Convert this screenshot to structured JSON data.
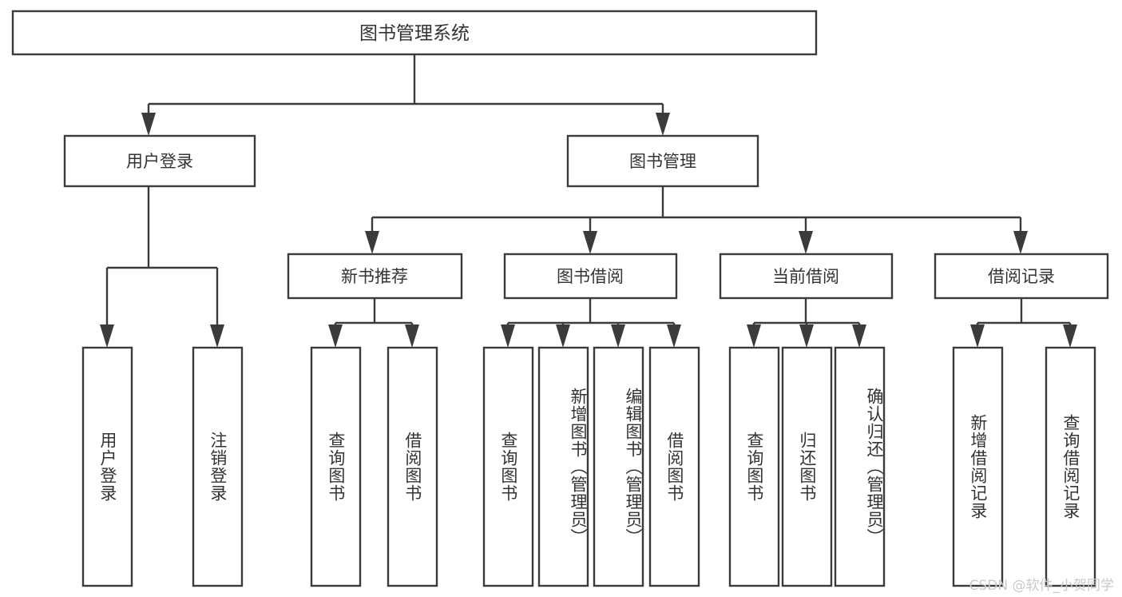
{
  "diagram": {
    "type": "tree",
    "title": "图书管理系统",
    "root": {
      "label": "图书管理系统",
      "children": [
        {
          "label": "用户登录",
          "children": [
            {
              "label": "用户登录"
            },
            {
              "label": "注销登录"
            }
          ]
        },
        {
          "label": "图书管理",
          "children": [
            {
              "label": "新书推荐",
              "children": [
                {
                  "label": "查询图书"
                },
                {
                  "label": "借阅图书"
                }
              ]
            },
            {
              "label": "图书借阅",
              "children": [
                {
                  "label": "查询图书"
                },
                {
                  "label": "新增图书（管理员）"
                },
                {
                  "label": "编辑图书（管理员）"
                },
                {
                  "label": "借阅图书"
                }
              ]
            },
            {
              "label": "当前借阅",
              "children": [
                {
                  "label": "查询图书"
                },
                {
                  "label": "归还图书"
                },
                {
                  "label": "确认归还（管理员）"
                }
              ]
            },
            {
              "label": "借阅记录",
              "children": [
                {
                  "label": "新增借阅记录"
                },
                {
                  "label": "查询借阅记录"
                }
              ]
            }
          ]
        }
      ]
    },
    "nodes": {
      "title": "图书管理系统",
      "l1_user_login": "用户登录",
      "l1_book_mgmt": "图书管理",
      "l2_new_book": "新书推荐",
      "l2_borrow": "图书借阅",
      "l2_current": "当前借阅",
      "l2_record": "借阅记录",
      "leaf_user_login": "用户登录",
      "leaf_logout": "注销登录",
      "leaf_nb_query": "查询图书",
      "leaf_nb_borrow": "借阅图书",
      "leaf_bb_query": "查询图书",
      "leaf_bb_add": "新增图书（管理员）",
      "leaf_bb_edit": "编辑图书（管理员）",
      "leaf_bb_borrow": "借阅图书",
      "leaf_cb_query": "查询图书",
      "leaf_cb_return": "归还图书",
      "leaf_cb_confirm": "确认归还（管理员）",
      "leaf_rec_add": "新增借阅记录",
      "leaf_rec_query": "查询借阅记录"
    },
    "colors": {
      "stroke": "#3b3b3b",
      "fill": "#ffffff",
      "text": "#333333",
      "watermark": "#c9c9c9"
    }
  },
  "watermark": {
    "text": "CSDN @软件_小贺同学"
  }
}
